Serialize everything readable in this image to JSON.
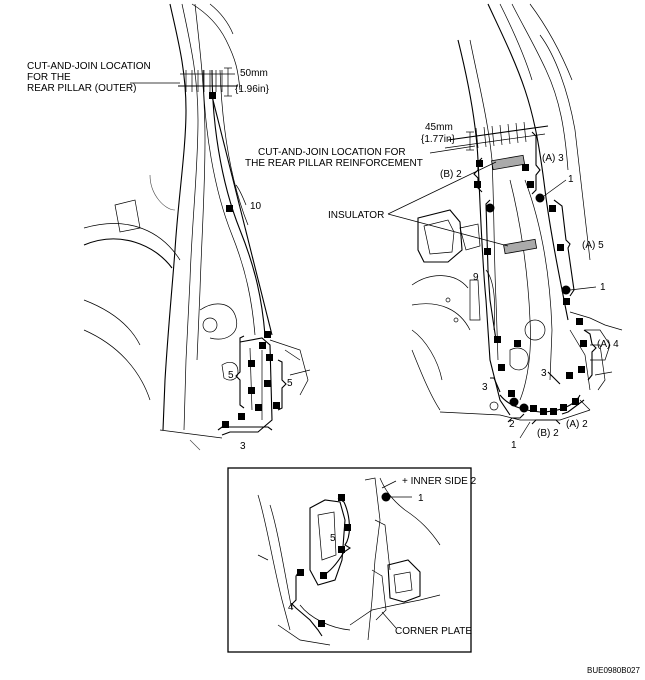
{
  "left_panel": {
    "cut_join_outer": [
      "CUT-AND-JOIN LOCATION",
      "FOR THE",
      "REAR PILLAR (OUTER)"
    ],
    "dim_mm": "50mm",
    "dim_in": "{1.96in}",
    "label_10": "10",
    "label_5a": "5",
    "label_5b": "5",
    "label_3": "3"
  },
  "right_panel": {
    "dim_mm": "45mm",
    "dim_in": "{1.77in}",
    "cut_join_reinf": [
      "CUT-AND-JOIN LOCATION FOR",
      "THE REAR PILLAR REINFORCEMENT"
    ],
    "insulator": "INSULATOR",
    "label_a3": "(A) 3",
    "label_b2_top": "(B) 2",
    "label_1_top": "1",
    "label_a5": "(A) 5",
    "label_1_mid": "1",
    "label_9": "9",
    "label_a4": "(A) 4",
    "label_3_left": "3",
    "label_3_mid": "3",
    "label_2": "2",
    "label_b2_bottom": "(B) 2",
    "label_a2": "(A) 2",
    "label_1_bottom": "1"
  },
  "inset": {
    "inner_side": "+ INNER SIDE 2",
    "label_1": "1",
    "label_5": "5",
    "label_4": "4",
    "corner_plate": "CORNER PLATE"
  },
  "figure_code": "BUE0980B027"
}
